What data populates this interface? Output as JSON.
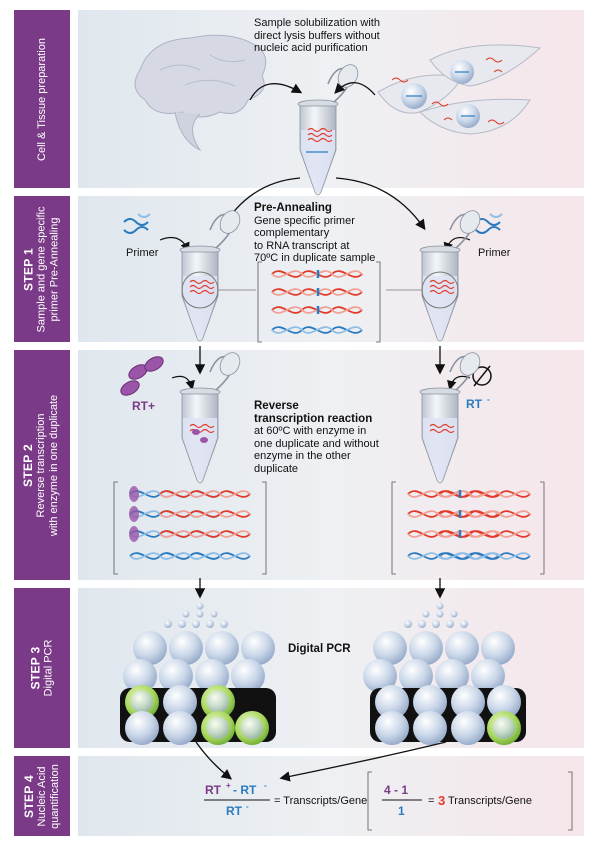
{
  "steps": [
    {
      "label": "",
      "title": "Cell & Tissue preparation"
    },
    {
      "label": "STEP 1",
      "title": "Sample and gene specific",
      "title2": "primer Pre-Annealing"
    },
    {
      "label": "STEP 2",
      "title": "Reverse transcription",
      "title2": "with enzyme in one duplicate"
    },
    {
      "label": "STEP 3",
      "title": "Digital PCR"
    },
    {
      "label": "STEP 4",
      "title": "Nucleic Acid",
      "title2": "quantification"
    }
  ],
  "prep": {
    "line1": "Sample solubilization with",
    "line2": "direct lysis buffers without",
    "line3": "nucleic acid purification"
  },
  "step1": {
    "heading": "Pre-Annealing",
    "line1": "Gene specific primer",
    "line2": "complementary",
    "line3": "to RNA transcript at",
    "line4": "70ºC in duplicate sample",
    "primer_left": "Primer",
    "primer_right": "Primer"
  },
  "step2": {
    "heading1": "Reverse",
    "heading2": "transcription reaction",
    "line1": "at 60ºC with enzyme in",
    "line2": "one duplicate and without",
    "line3": "enzyme in the other",
    "line4": "duplicate",
    "rt_plus": "RT+",
    "rt_minus": "RT",
    "rt_minus_sup": "-"
  },
  "step3": {
    "label": "Digital PCR"
  },
  "step4": {
    "num_a": "RT",
    "num_a_sup": "+",
    "minus": "- RT",
    "minus_sup": "-",
    "den": "RT",
    "den_sup": "-",
    "equals_text": "= Transcripts/Gene",
    "ex_num": "4 - 1",
    "ex_den": "1",
    "ex_eq": "=",
    "ex_result": "3",
    "ex_text": "Transcripts/Gene"
  },
  "colors": {
    "sidebar": "#7b3a87",
    "rna": "#e23b2a",
    "dna": "#2b7bc0",
    "purple": "#7b3a87",
    "green": "#7cc242"
  }
}
